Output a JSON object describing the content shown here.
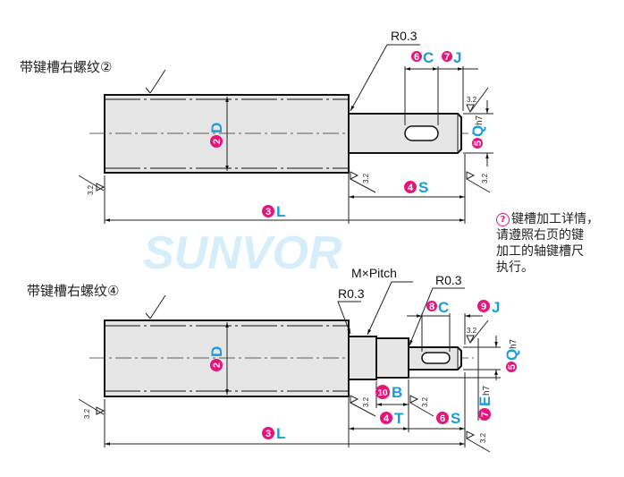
{
  "watermark": "SUNVOR",
  "top": {
    "title": "带键槽右螺纹②",
    "radius": "R0.3",
    "roughness": "3.2",
    "dims": {
      "D": {
        "num": "2",
        "letter": "D"
      },
      "C": {
        "num": "6",
        "letter": "C"
      },
      "J": {
        "num": "7",
        "letter": "J"
      },
      "Q": {
        "num": "5",
        "letter": "Q",
        "tol": "h7"
      },
      "S": {
        "num": "4",
        "letter": "S"
      },
      "L": {
        "num": "3",
        "letter": "L"
      }
    }
  },
  "bottom": {
    "title": "带键槽右螺纹④",
    "thread": "M×Pitch",
    "radius1": "R0.3",
    "radius2": "R0.3",
    "roughness": "3.2",
    "dims": {
      "D": {
        "num": "2",
        "letter": "D"
      },
      "C": {
        "num": "8",
        "letter": "C"
      },
      "J": {
        "num": "9",
        "letter": "J"
      },
      "Q": {
        "num": "5",
        "letter": "Q",
        "tol": "h7"
      },
      "E": {
        "num": "7",
        "letter": "E",
        "tol": "h7"
      },
      "B": {
        "num": "10",
        "letter": "B"
      },
      "T": {
        "num": "4",
        "letter": "T"
      },
      "S": {
        "num": "6",
        "letter": "S"
      },
      "L": {
        "num": "3",
        "letter": "L"
      }
    }
  },
  "note": {
    "icon": "tip-icon",
    "lines": [
      "键槽加工详情，",
      "请遵照右页的键",
      "加工的轴键槽尺",
      "执行。"
    ]
  },
  "colors": {
    "badge": "#e5157a",
    "letter": "#1a9be0"
  }
}
